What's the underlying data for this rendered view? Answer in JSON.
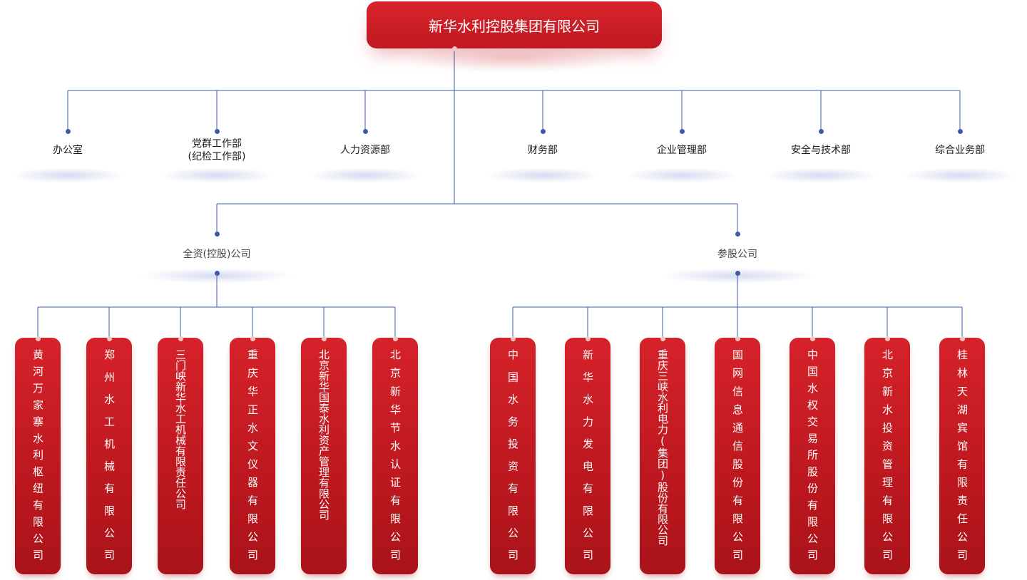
{
  "root": {
    "label": "新华水利控股集团有限公司"
  },
  "departments": [
    {
      "label": "办公室"
    },
    {
      "label": "党群工作部\n(纪检工作部)"
    },
    {
      "label": "人力资源部"
    },
    {
      "label": "财务部"
    },
    {
      "label": "企业管理部"
    },
    {
      "label": "安全与技术部"
    },
    {
      "label": "综合业务部"
    }
  ],
  "categories": [
    {
      "label": "全资(控股)公司",
      "companies": [
        {
          "label": "黄河万家寨水利枢纽有限公司"
        },
        {
          "label": "郑州水工机械有限公司"
        },
        {
          "label": "三门峡新华水工机械有限责任公司"
        },
        {
          "label": "重庆华正水文仪器有限公司"
        },
        {
          "label": "北京新华国泰水利资产管理有限公司"
        },
        {
          "label": "北京新华节水认证有限公司"
        }
      ]
    },
    {
      "label": "参股公司",
      "companies": [
        {
          "label": "中国水务投资有限公司"
        },
        {
          "label": "新华水力发电有限公司"
        },
        {
          "label": "重庆三峡水利电力(集团)股份有限公司"
        },
        {
          "label": "国网信息通信股份有限公司"
        },
        {
          "label": "中国水权交易所股份有限公司"
        },
        {
          "label": "北京新水投资管理有限公司"
        },
        {
          "label": "桂林天湖宾馆有限责任公司"
        }
      ]
    }
  ],
  "colors": {
    "accent_red": "#c8161e",
    "line_blue": "#3f5aa8"
  }
}
